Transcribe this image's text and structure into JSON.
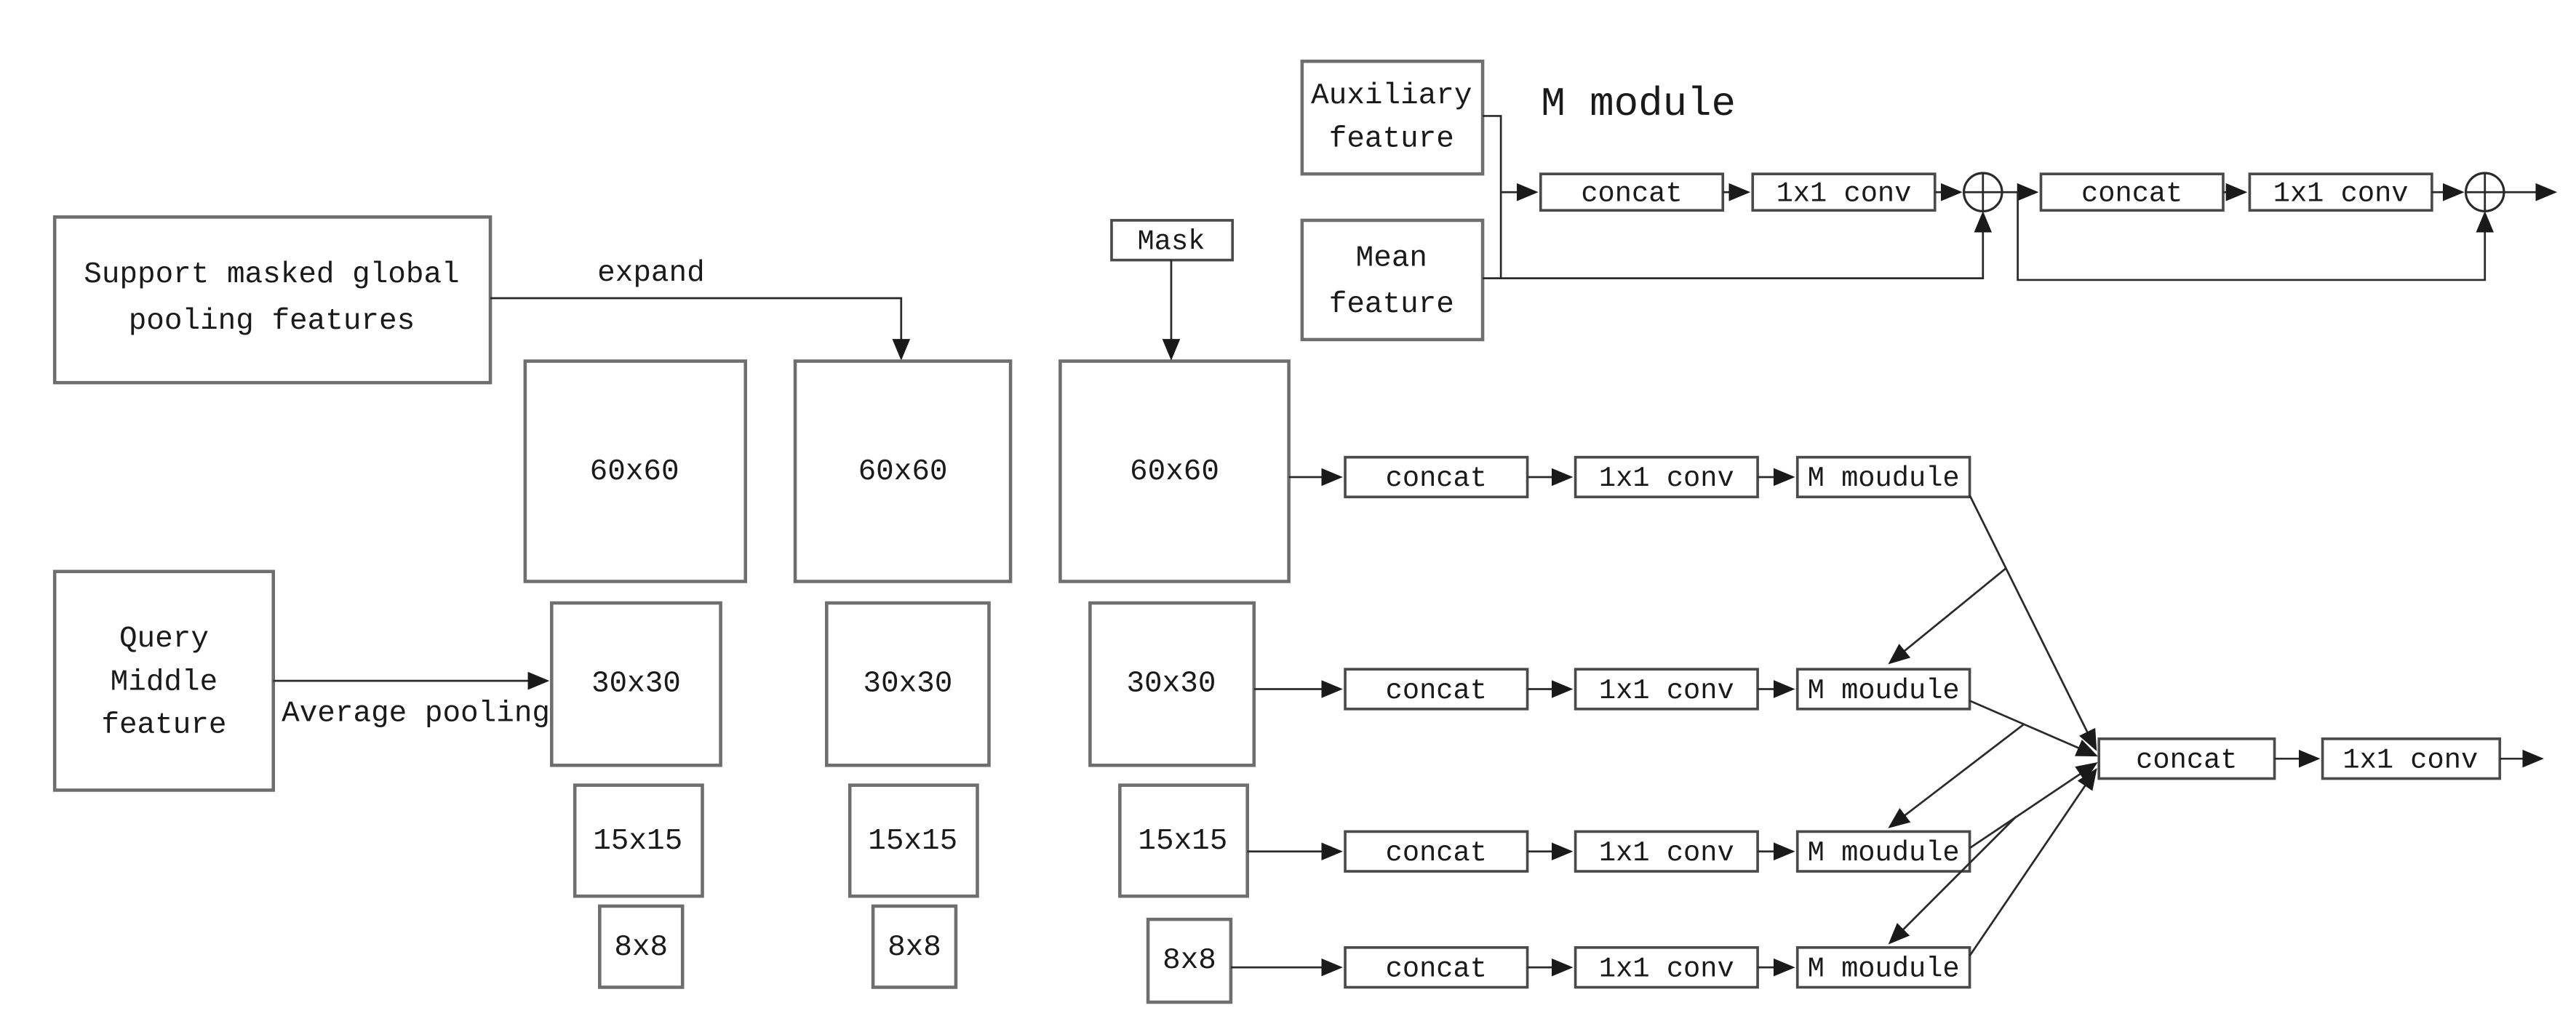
{
  "figure": {
    "title": "M module",
    "labels": {
      "expand": "expand",
      "average_pooling": "Average pooling",
      "mask": "Mask",
      "concat": "concat",
      "conv_1x1": "1x1 conv",
      "m_moudule": "M moudule"
    },
    "nodes": {
      "support": {
        "line1": "Support masked global",
        "line2": "pooling features"
      },
      "query": {
        "line1": "Query",
        "line2": "Middle",
        "line3": "feature"
      },
      "auxiliary": {
        "line1": "Auxiliary",
        "line2": "feature"
      },
      "mean": {
        "line1": "Mean",
        "line2": "feature"
      }
    },
    "scales": {
      "s60": "60x60",
      "s30": "30x30",
      "s15": "15x15",
      "s8": "8x8"
    },
    "icons": {
      "add_operator": "circle-plus"
    },
    "colors": {
      "background": "#ffffff",
      "line": "#2a2a2a",
      "text": "#1a1a1a",
      "box_border": "#4a4a4a",
      "panel_border": "#6e6e6e"
    }
  }
}
